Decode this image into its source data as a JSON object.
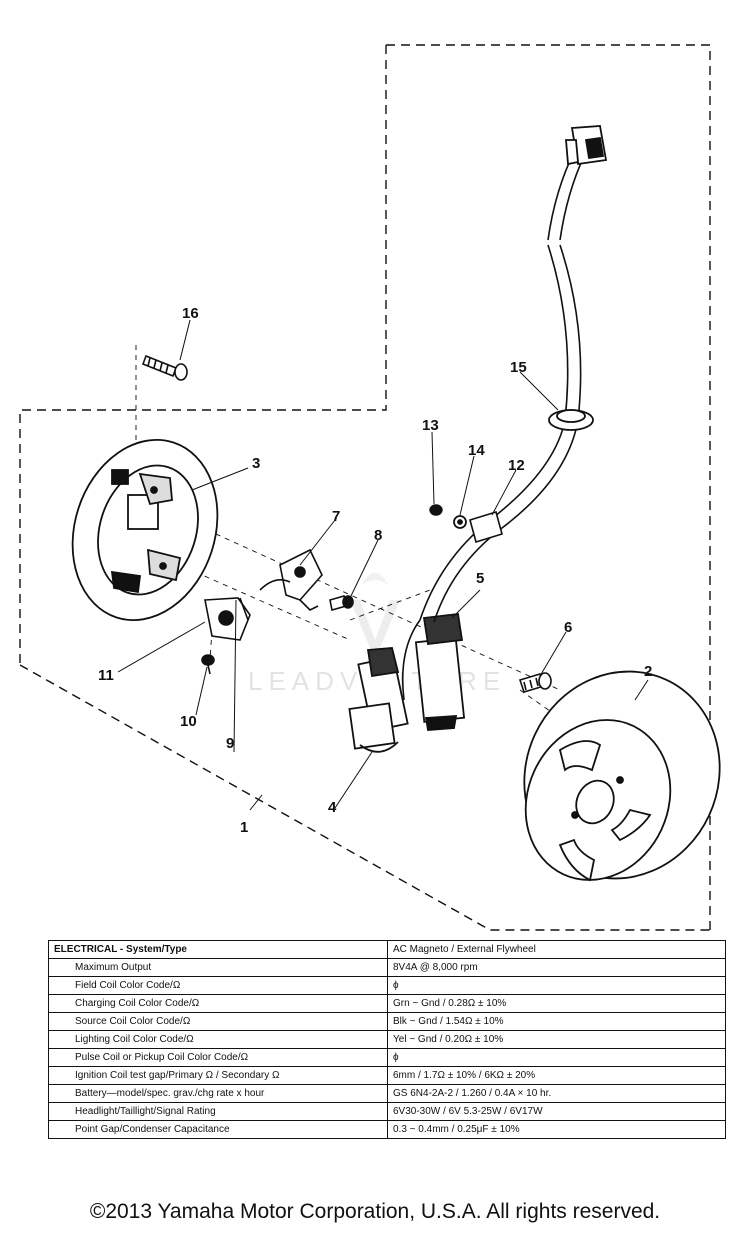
{
  "part_labels": [
    {
      "id": "1",
      "text": "1"
    },
    {
      "id": "2",
      "text": "2"
    },
    {
      "id": "3",
      "text": "3"
    },
    {
      "id": "4",
      "text": "4"
    },
    {
      "id": "5",
      "text": "5"
    },
    {
      "id": "6",
      "text": "6"
    },
    {
      "id": "7",
      "text": "7"
    },
    {
      "id": "8",
      "text": "8"
    },
    {
      "id": "9",
      "text": "9"
    },
    {
      "id": "10",
      "text": "10"
    },
    {
      "id": "11",
      "text": "11"
    },
    {
      "id": "12",
      "text": "12"
    },
    {
      "id": "13",
      "text": "13"
    },
    {
      "id": "14",
      "text": "14"
    },
    {
      "id": "15",
      "text": "15"
    },
    {
      "id": "16",
      "text": "16"
    }
  ],
  "watermark": "LEADVENTURE",
  "spec_table": {
    "rows": [
      {
        "param": "ELECTRICAL - System/Type",
        "value": "AC Magneto / External Flywheel"
      },
      {
        "param": "Maximum Output",
        "value": "8V4A @ 8,000 rpm"
      },
      {
        "param": "Field Coil Color Code/Ω",
        "value": "ϕ"
      },
      {
        "param": "Charging Coil Color Code/Ω",
        "value": "Grn ~ Gnd / 0.28Ω ± 10%"
      },
      {
        "param": "Source Coil Color Code/Ω",
        "value": "Blk ~ Gnd / 1.54Ω ± 10%"
      },
      {
        "param": "Lighting Coil Color Code/Ω",
        "value": "Yel ~ Gnd / 0.20Ω ± 10%"
      },
      {
        "param": "Pulse Coil or Pickup Coil Color Code/Ω",
        "value": "ϕ"
      },
      {
        "param": "Ignition Coil test gap/Primary Ω / Secondary Ω",
        "value": "6mm / 1.7Ω ± 10% / 6KΩ ± 20%"
      },
      {
        "param": "Battery—model/spec. grav./chg rate x hour",
        "value": "GS 6N4-2A-2 / 1.260 / 0.4A × 10 hr."
      },
      {
        "param": "Headlight/Taillight/Signal Rating",
        "value": "6V30-30W / 6V 5.3-25W / 6V17W"
      },
      {
        "param": "Point Gap/Condenser Capacitance",
        "value": "0.3 ~ 0.4mm / 0.25μF ± 10%"
      }
    ]
  },
  "copyright": "©2013 Yamaha Motor Corporation, U.S.A. All rights reserved."
}
